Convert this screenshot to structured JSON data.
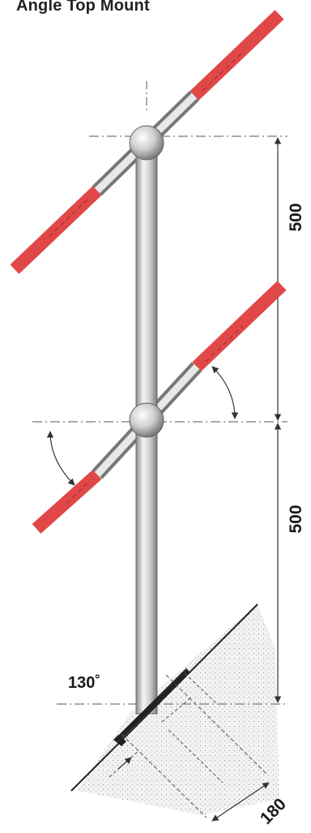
{
  "title": "Angle Top Mount",
  "dimensions": {
    "upper_spacing": "500",
    "lower_spacing": "500",
    "base_angle": "130˚",
    "base_width": "180"
  },
  "colors": {
    "rail": "#e04848",
    "post": "#c8c8c8",
    "dimension_line": "#333333",
    "concrete_fill": "#efefef"
  }
}
